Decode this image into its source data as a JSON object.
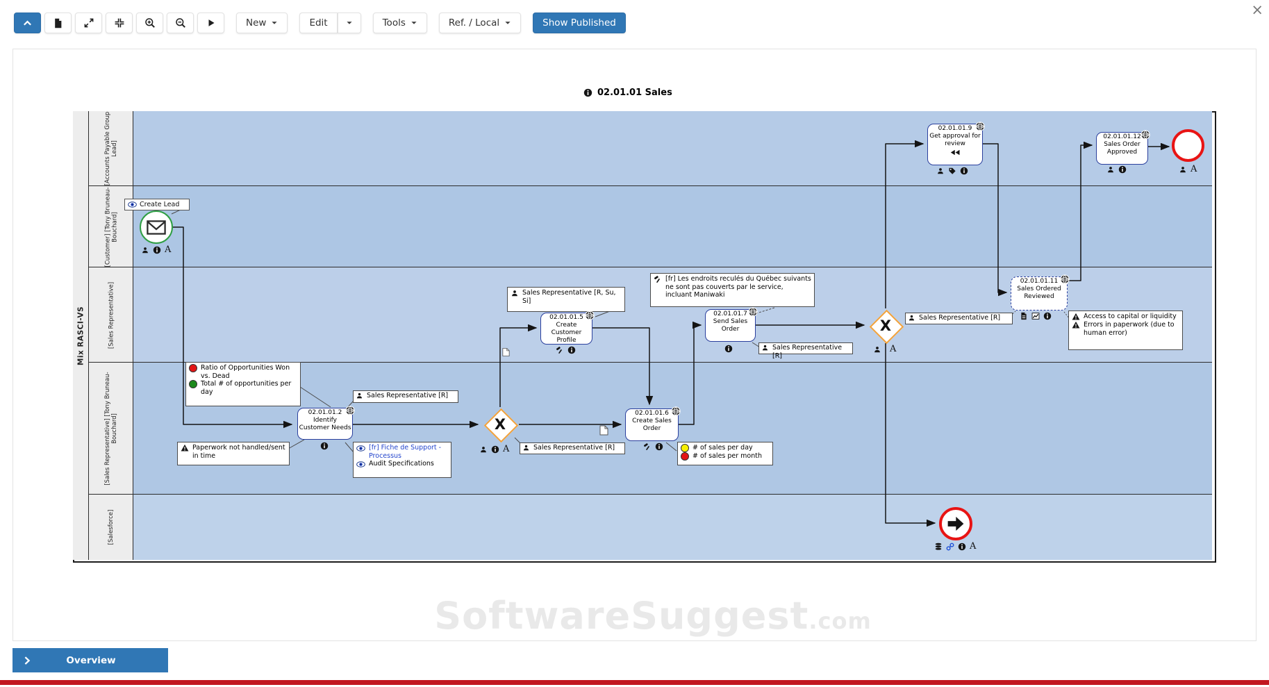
{
  "window": {
    "close": "×"
  },
  "toolbar": {
    "new": "New",
    "edit": "Edit",
    "tools": "Tools",
    "ref_local": "Ref. / Local",
    "show_published": "Show Published"
  },
  "diagram": {
    "title": "02.01.01 Sales",
    "pool_label": "Mix RASCI-VS",
    "lanes": [
      "[Accounts Payable Group Lead]",
      "[Customer] [Tony Bruneau-Bouchard]",
      "[Sales Representative]",
      "[Sales Representative] [Tony Bruneau-Bouchard]",
      "[Salesforce]"
    ],
    "gateway_marker": "X",
    "attachment_marker": "A",
    "events": {
      "start_label": "Create Lead"
    },
    "nodes": {
      "get_approval": {
        "id": "02.01.01.9",
        "label": "Get approval for review"
      },
      "sales_order_approved": {
        "id": "02.01.01.12",
        "label": "Sales Order Approved"
      },
      "create_customer_profile": {
        "id": "02.01.01.5",
        "label": "Create Customer Profile"
      },
      "send_sales_order": {
        "id": "02.01.01.7",
        "label": "Send Sales Order"
      },
      "sales_ordered_reviewed": {
        "id": "02.01.01.11",
        "label": "Sales Ordered Reviewed"
      },
      "identify_customer_needs": {
        "id": "02.01.01.2",
        "label": "Identify Customer Needs"
      },
      "create_sales_order": {
        "id": "02.01.01.6",
        "label": "Create Sales Order"
      }
    },
    "annotations": {
      "sales_rep_rsusi": "Sales Representative [R, Su, Si]",
      "sales_rep_r": "Sales Representative [R]",
      "quebec_note": "[fr] Les endroits reculés du Québec suivants ne sont pas couverts par le service, incluant Maniwaki",
      "kpi_ratio": "Ratio of Opportunities Won vs. Dead",
      "kpi_total": "Total # of opportunities per day",
      "risk_paperwork": "Paperwork not handled/sent in time",
      "doc_fr": "[fr] Fiche de Support - Processus",
      "doc_audit": "Audit Specifications",
      "kpi_sales_day": "# of sales per day",
      "kpi_sales_month": "# of sales per month",
      "risk_capital": "Access to capital or liquidity",
      "risk_errors": "Errors in paperwork (due to human error)"
    }
  },
  "overview_label": "Overview",
  "watermark": {
    "name": "SoftwareSuggest",
    "tld": ".com"
  }
}
